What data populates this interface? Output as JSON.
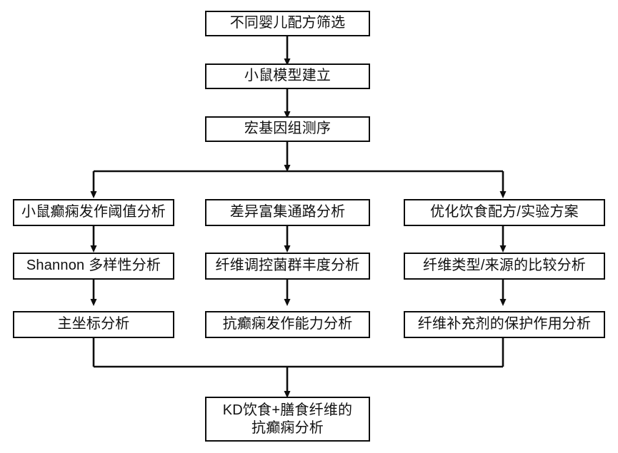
{
  "diagram": {
    "type": "flowchart",
    "title": "",
    "orientation": "top-to-bottom",
    "style": {
      "box_border_color": "#0d0d0d",
      "box_fill_color": "#ffffff",
      "connector_color": "#0d0d0d",
      "background_color": "#ffffff"
    },
    "nodes": {
      "n1": {
        "label": "不同婴儿配方筛选"
      },
      "n2": {
        "label": "小鼠模型建立"
      },
      "n3": {
        "label": "宏基因组测序"
      },
      "c1r1": {
        "label": "小鼠癫痫发作阈值分析"
      },
      "c1r2": {
        "label": "Shannon 多样性分析"
      },
      "c1r3": {
        "label": "主坐标分析"
      },
      "c2r1": {
        "label": "差异富集通路分析"
      },
      "c2r2": {
        "label": "纤维调控菌群丰度分析"
      },
      "c2r3": {
        "label": "抗癫痫发作能力分析"
      },
      "c3r1": {
        "label": "优化饮食配方/实验方案"
      },
      "c3r2": {
        "label": "纤维类型/来源的比较分析"
      },
      "c3r3": {
        "label": "纤维补充剂的保护作用分析"
      },
      "final": {
        "label": "KD饮食+膳食纤维的\n抗癫痫分析"
      }
    },
    "connections": [
      {
        "from": "n1",
        "to": "n2",
        "kind": "arrow-down"
      },
      {
        "from": "n2",
        "to": "n3",
        "kind": "arrow-down"
      },
      {
        "from": "n3",
        "to": "split-bus",
        "kind": "arrow-down"
      },
      {
        "from": "split-bus",
        "to": "c1r1",
        "kind": "arrow-down"
      },
      {
        "from": "split-bus",
        "to": "c2r1",
        "kind": "arrow-down"
      },
      {
        "from": "split-bus",
        "to": "c3r1",
        "kind": "arrow-down"
      },
      {
        "from": "c1r1",
        "to": "c1r2",
        "kind": "arrow-down"
      },
      {
        "from": "c1r2",
        "to": "c1r3",
        "kind": "arrow-down"
      },
      {
        "from": "c2r1",
        "to": "c2r2",
        "kind": "arrow-down"
      },
      {
        "from": "c2r2",
        "to": "c2r3",
        "kind": "arrow-down"
      },
      {
        "from": "c3r1",
        "to": "c3r2",
        "kind": "arrow-down"
      },
      {
        "from": "c3r2",
        "to": "c3r3",
        "kind": "arrow-down"
      },
      {
        "from": "c1r3",
        "to": "merge-bus",
        "kind": "line"
      },
      {
        "from": "c2r3",
        "to": "merge-bus",
        "kind": "line"
      },
      {
        "from": "c3r3",
        "to": "merge-bus",
        "kind": "line"
      },
      {
        "from": "merge-bus",
        "to": "final",
        "kind": "arrow-down"
      }
    ]
  }
}
